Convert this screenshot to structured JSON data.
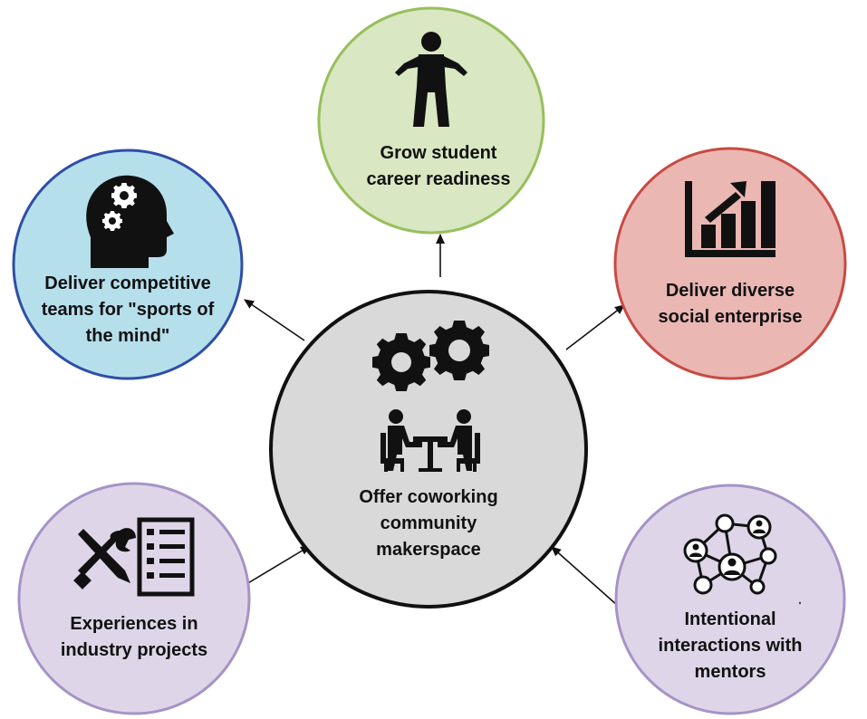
{
  "colors": {
    "top_fill": "#d9e7c2",
    "top_stroke": "#97bf5b",
    "left_fill": "#b6dfec",
    "left_stroke": "#2e4ea6",
    "right_fill": "#eab7b3",
    "right_stroke": "#c84a43",
    "bottom_fill": "#ded6e8",
    "bottom_stroke": "#a693c6",
    "center_fill": "#d9d9d9",
    "center_stroke": "#111111",
    "arrow": "#111111"
  },
  "nodes": {
    "top": {
      "icon": "person-shrug-icon",
      "lines": [
        "Grow student",
        "career readiness"
      ]
    },
    "left": {
      "icon": "head-gears-icon",
      "lines": [
        "Deliver competitive",
        "teams for \"sports of",
        "the mind\""
      ]
    },
    "right": {
      "icon": "bar-chart-growth-icon",
      "lines": [
        "Deliver diverse",
        "social enterprise"
      ]
    },
    "bottom_left": {
      "icon": "tools-checklist-icon",
      "lines": [
        "Experiences in",
        "industry projects"
      ]
    },
    "bottom_right": {
      "icon": "network-people-icon",
      "lines": [
        "Intentional",
        "interactions with",
        "mentors"
      ]
    },
    "center": {
      "icon": "gears-meeting-icon",
      "lines": [
        "Offer coworking",
        "community",
        "makerspace"
      ]
    }
  }
}
